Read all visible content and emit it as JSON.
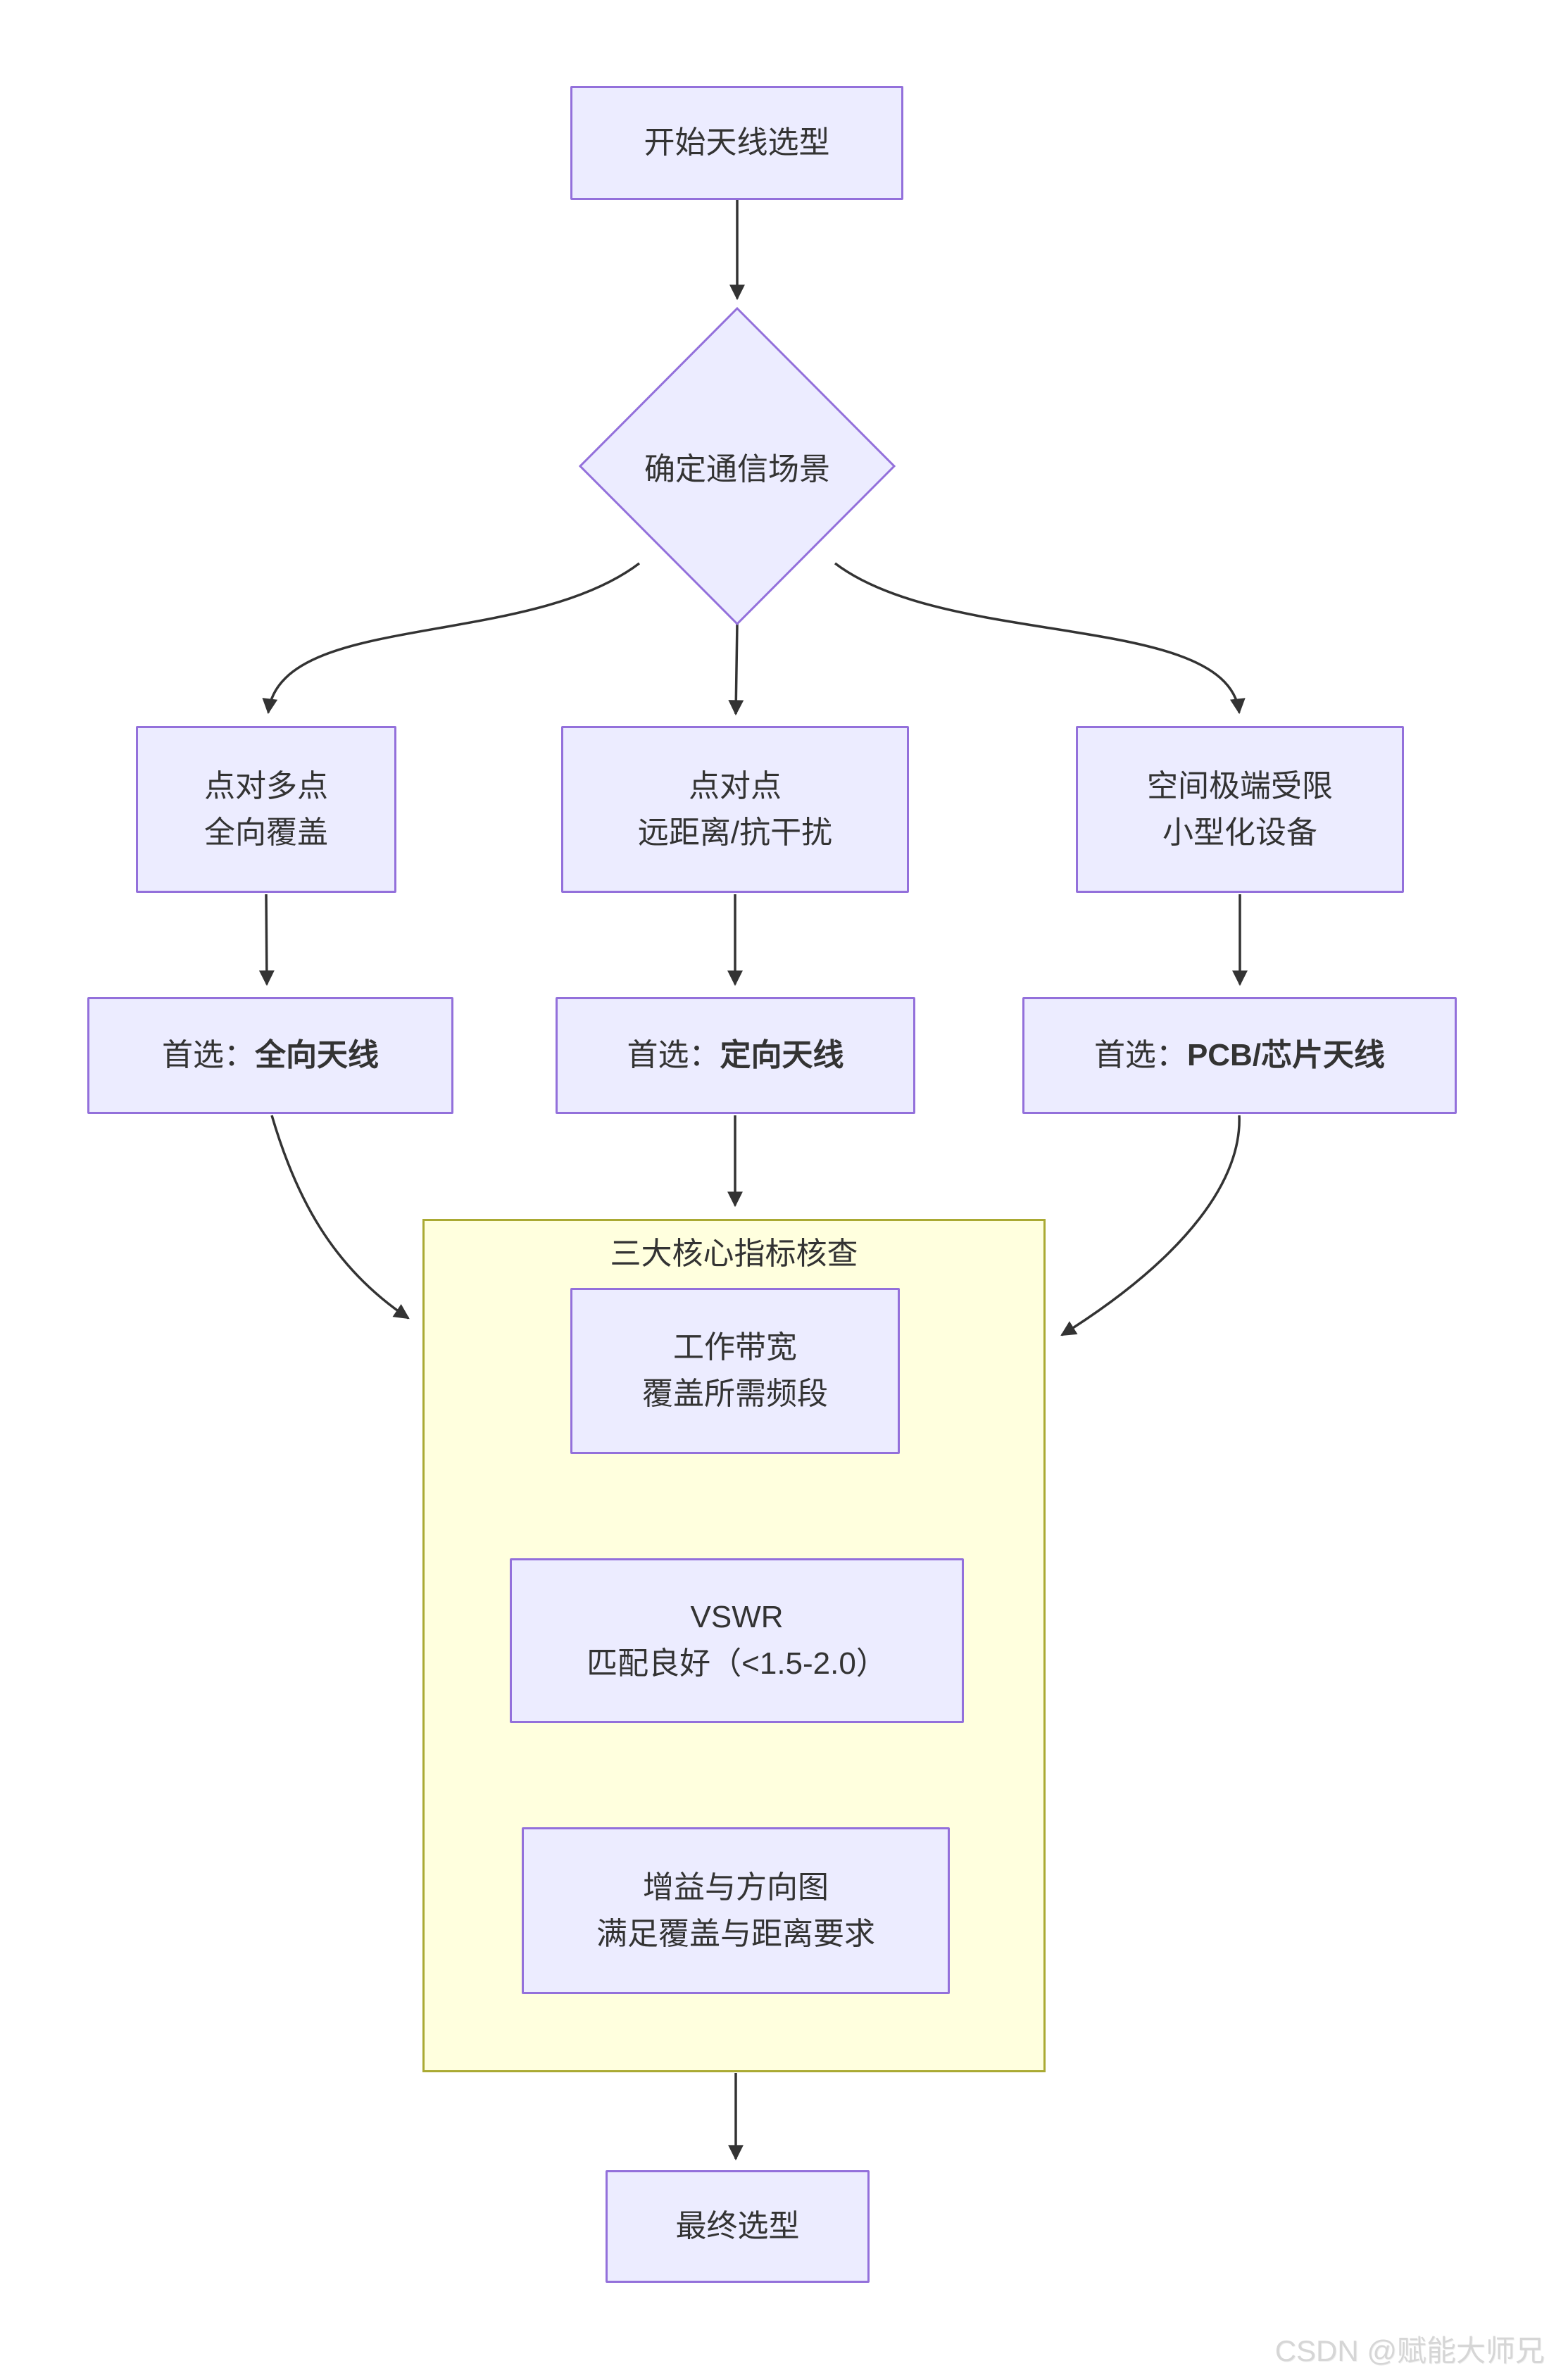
{
  "page": {
    "watermark": "CSDN @赋能大师兄"
  },
  "flow": {
    "start": {
      "label": "开始天线选型"
    },
    "decision": {
      "label": "确定通信场景"
    },
    "scenarios": {
      "multipoint": {
        "line1": "点对多点",
        "line2": "全向覆盖"
      },
      "p2p": {
        "line1": "点对点",
        "line2": "远距离/抗干扰"
      },
      "constrained": {
        "line1": "空间极端受限",
        "line2": "小型化设备"
      }
    },
    "choices": {
      "omni": {
        "prefix": "首选：",
        "value": "全向天线"
      },
      "directional": {
        "prefix": "首选：",
        "value": "定向天线"
      },
      "pcb": {
        "prefix": "首选：",
        "value": "PCB/芯片天线"
      }
    },
    "checks": {
      "title": "三大核心指标核查",
      "bandwidth": {
        "line1": "工作带宽",
        "line2": "覆盖所需频段"
      },
      "vswr": {
        "line1": "VSWR",
        "line2": "匹配良好（<1.5-2.0）"
      },
      "gain": {
        "line1": "增益与方向图",
        "line2": "满足覆盖与距离要求"
      }
    },
    "final": {
      "label": "最终选型"
    },
    "colors": {
      "node_fill": "#ECECFF",
      "node_border": "#9370DB",
      "subgraph_fill": "#FFFFDE",
      "subgraph_border": "#AAAA33",
      "edge": "#333333",
      "text": "#333333",
      "watermark": "#D6D6D6"
    }
  }
}
